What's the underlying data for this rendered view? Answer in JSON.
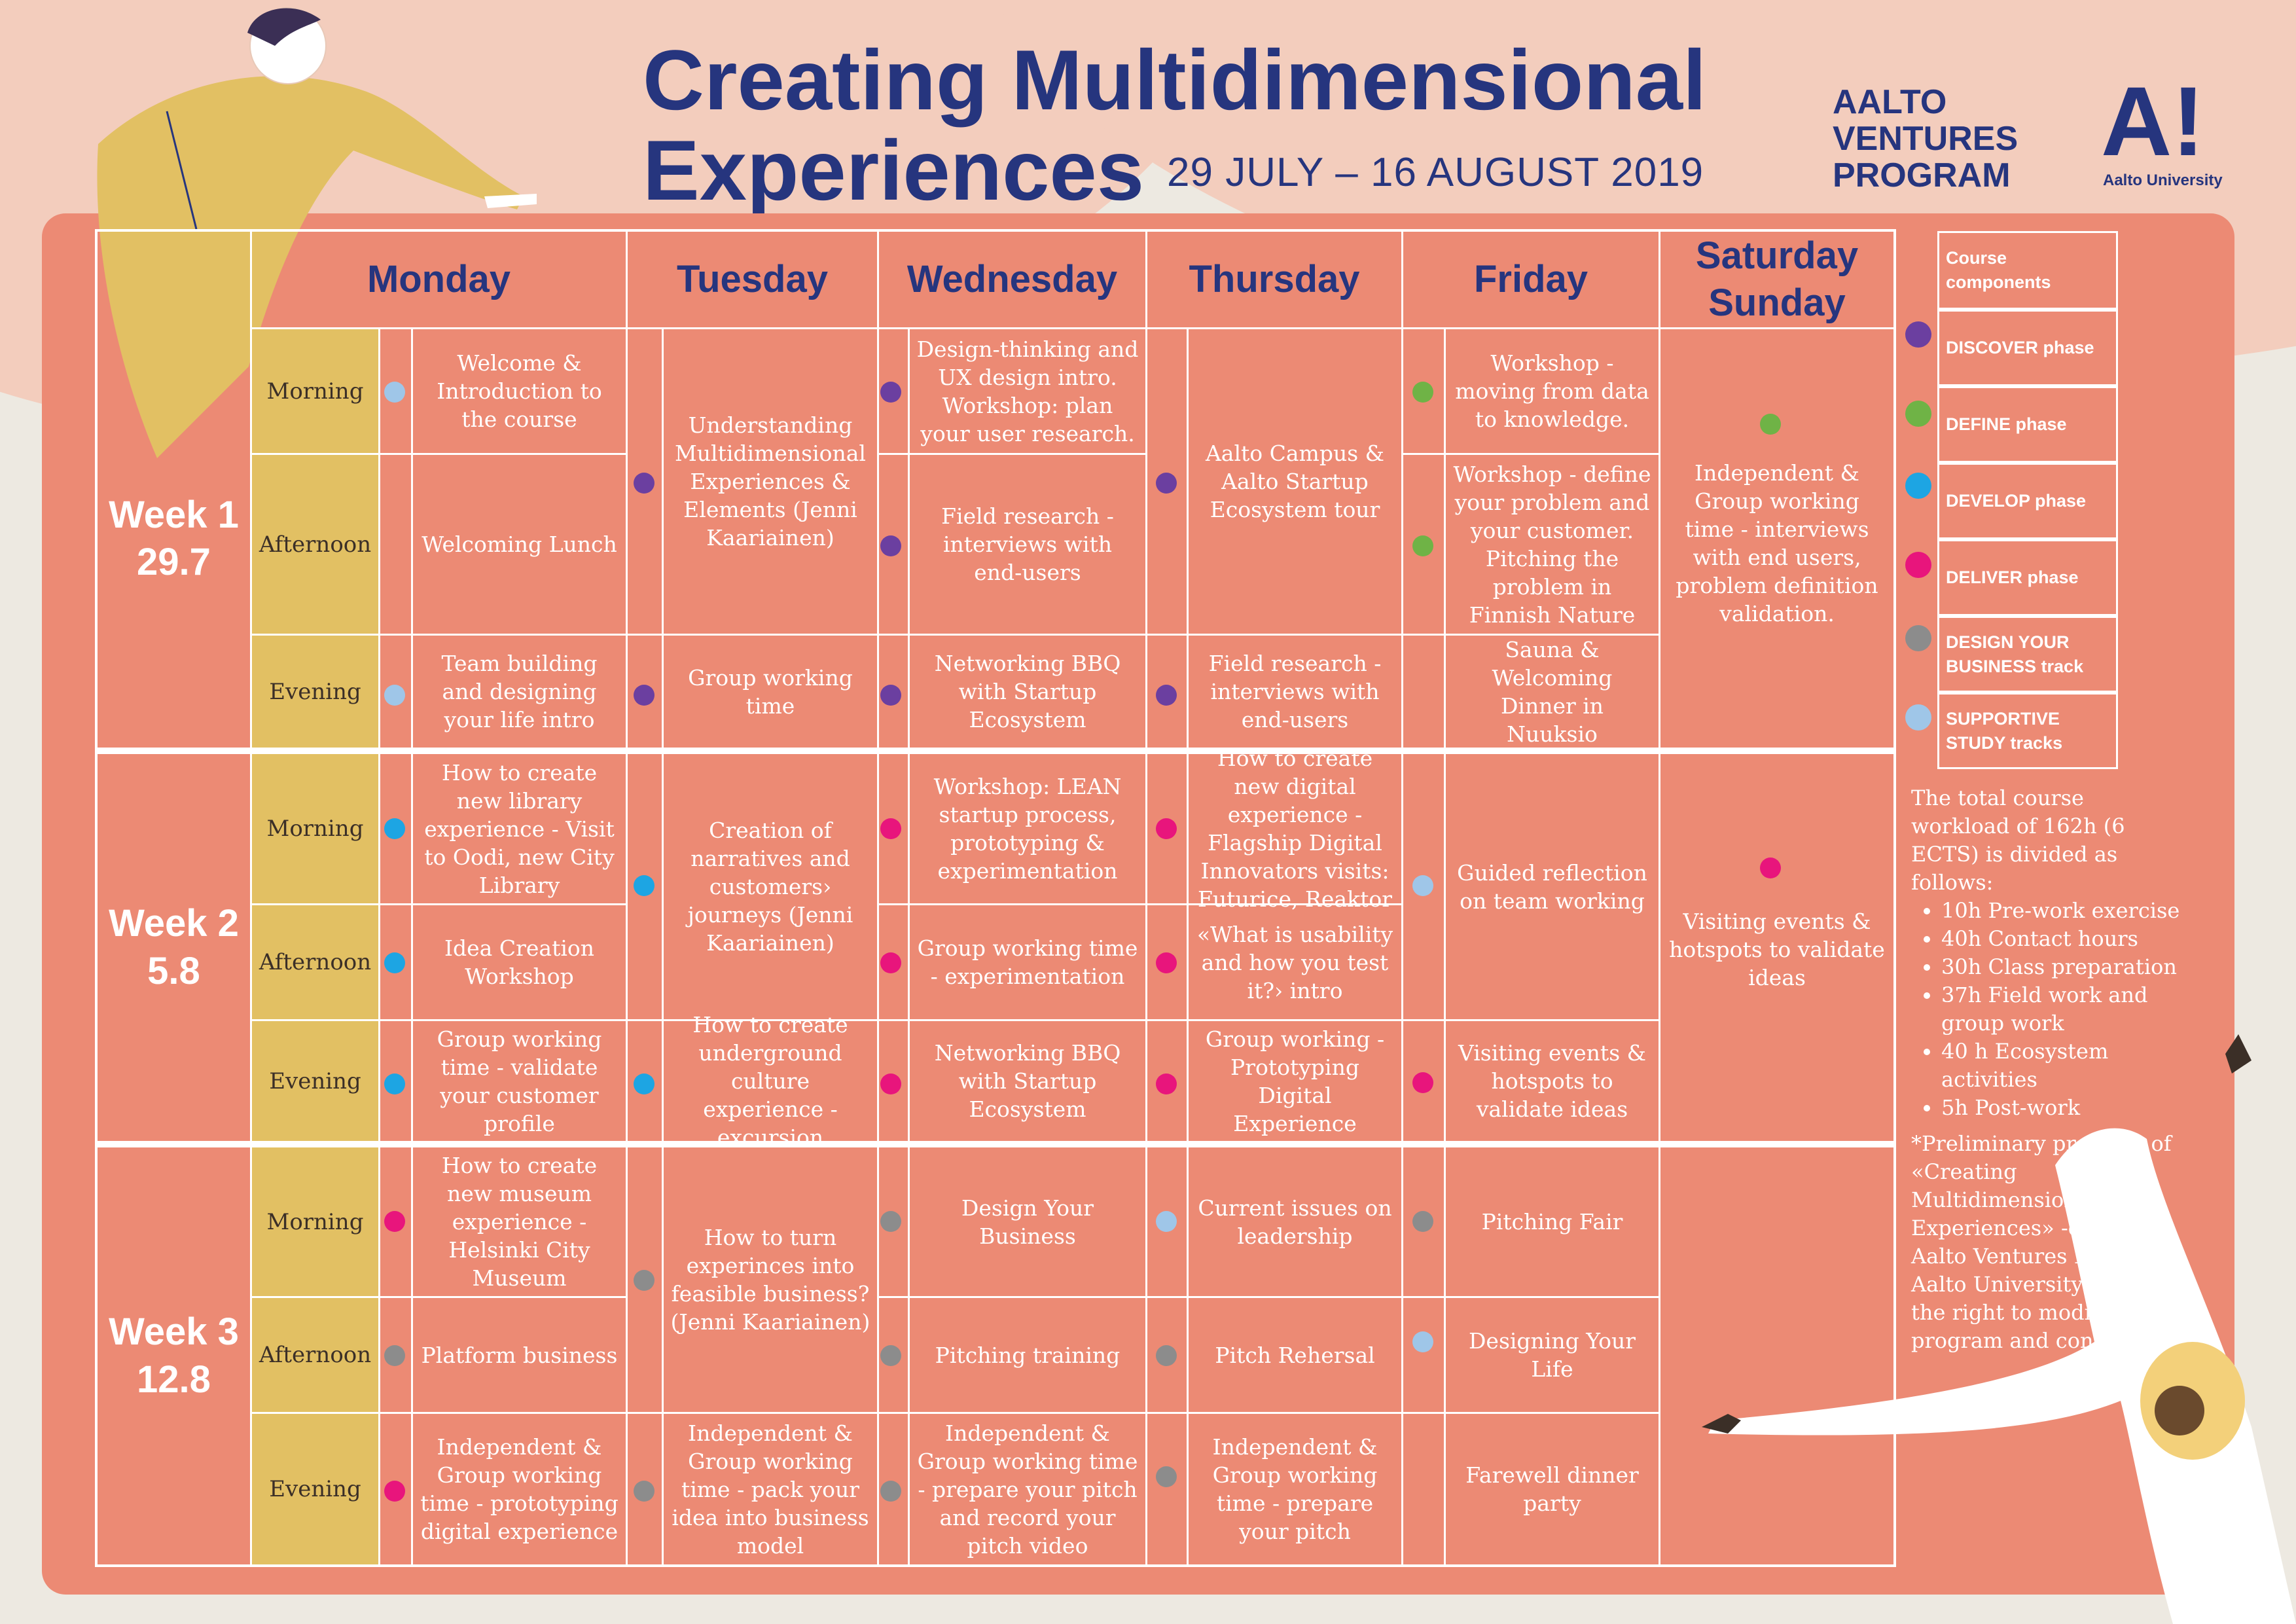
{
  "title": {
    "line1": "Creating Multidimensional",
    "line2": "Experiences",
    "dates": "29 JULY – 16 AUGUST 2019"
  },
  "branding": {
    "program_line1": "AALTO",
    "program_line2": "VENTURES",
    "program_line3": "PROGRAM",
    "university_mark": "A!",
    "university_name": "Aalto University"
  },
  "colors": {
    "discover": "#6b3fa0",
    "define": "#6fb346",
    "develop": "#1da5e3",
    "deliver": "#e8157c",
    "business": "#8c8c8c",
    "supportive": "#9fc6e8",
    "title": "#26357e",
    "panel": "#ec8a74",
    "time_of_day": "#e2c063"
  },
  "days": {
    "monday": "Monday",
    "tuesday": "Tuesday",
    "wednesday": "Wednesday",
    "thursday": "Thursday",
    "friday": "Friday",
    "weekend_line1": "Saturday",
    "weekend_line2": "Sunday"
  },
  "weeks": [
    {
      "label": "Week 1",
      "date": "29.7"
    },
    {
      "label": "Week 2",
      "date": "5.8"
    },
    {
      "label": "Week 3",
      "date": "12.8"
    }
  ],
  "times": {
    "morning": "Morning",
    "afternoon": "Afternoon",
    "evening": "Evening"
  },
  "week1": {
    "mon_morning": "Welcome & Introduction to the course",
    "mon_afternoon": "Welcoming Lunch",
    "mon_evening": "Team building and designing your life intro",
    "tue_day": "Understanding Multidimensional Experiences & Elements (Jenni Kaariainen)",
    "tue_evening": "Group working time",
    "wed_morning": "Design-thinking and UX design intro. Workshop: plan your user research.",
    "wed_afternoon": "Field research - interviews with end-users",
    "wed_evening": "Networking BBQ with Startup Ecosystem",
    "thu_day": "Aalto Campus & Aalto Startup Ecosystem tour",
    "thu_evening": "Field research - interviews with end-users",
    "fri_morning": "Workshop - moving from data to knowledge.",
    "fri_afternoon": "Workshop - define your problem and your customer. Pitching the problem in Finnish Nature",
    "fri_evening": "Sauna & Welcoming Dinner in Nuuksio",
    "weekend": "Independent & Group working time - interviews with end users, problem definition validation."
  },
  "week2": {
    "mon_morning": "How to create new library experience - Visit to Oodi, new City Library",
    "mon_afternoon": "Idea Creation Workshop",
    "mon_evening": "Group working time - validate your customer profile",
    "tue_day": "Creation of narratives and customers› journeys (Jenni Kaariainen)",
    "tue_evening": "How to create underground culture experience - excursion",
    "wed_morning": "Workshop: LEAN startup process, prototyping & experimentation",
    "wed_afternoon": "Group working time - experimentation",
    "wed_evening": "Networking BBQ with Startup Ecosystem",
    "thu_morning": "How to create new digital experience - Flagship Digital Innovators visits: Futurice, Reaktor",
    "thu_afternoon": "«What is usability and how you test it?› intro",
    "thu_evening": "Group working - Prototyping Digital Experience",
    "fri_day": "Guided reflection on team working",
    "fri_evening": "Visiting events & hotspots to validate ideas",
    "weekend": "Visiting events & hotspots to validate ideas"
  },
  "week3": {
    "mon_morning": "How to create new museum experience - Helsinki City Museum",
    "mon_afternoon": "Platform business",
    "mon_evening": "Independent & Group working time - prototyping digital experience",
    "tue_day": "How to turn experinces into feasible business? (Jenni Kaariainen)",
    "tue_evening": "Independent & Group working time - pack your idea into business model",
    "wed_morning": "Design Your Business",
    "wed_afternoon": "Pitching training",
    "wed_evening": "Independent & Group working time - prepare your pitch and record your pitch video",
    "thu_morning": "Current issues on leadership",
    "thu_afternoon": "Pitch Rehersal",
    "thu_evening": "Independent & Group working time - prepare your pitch",
    "fri_morning": "Pitching Fair",
    "fri_afternoon": "Designing Your Life",
    "fri_evening": "Farewell dinner party"
  },
  "legend": {
    "header": "Course components",
    "discover": "DISCOVER phase",
    "define": "DEFINE phase",
    "develop": "DEVELOP phase",
    "deliver": "DELIVER phase",
    "business": "DESIGN YOUR BUSINESS track",
    "supportive": "SUPPORTIVE STUDY tracks"
  },
  "workload": {
    "intro": "The total course workload of 162h (6 ECTS) is divided as follows:",
    "items": [
      "10h Pre-work exercise",
      "40h Contact hours",
      "30h Class preparation",
      "37h Field work and group work",
      "40 h Ecosystem activities",
      "5h Post-work"
    ],
    "disclaimer": "*Preliminary program of «Creating Multidimensional Experiences» -course. Aalto Ventures Program, Aalto University reserves the right to modify program and content."
  }
}
